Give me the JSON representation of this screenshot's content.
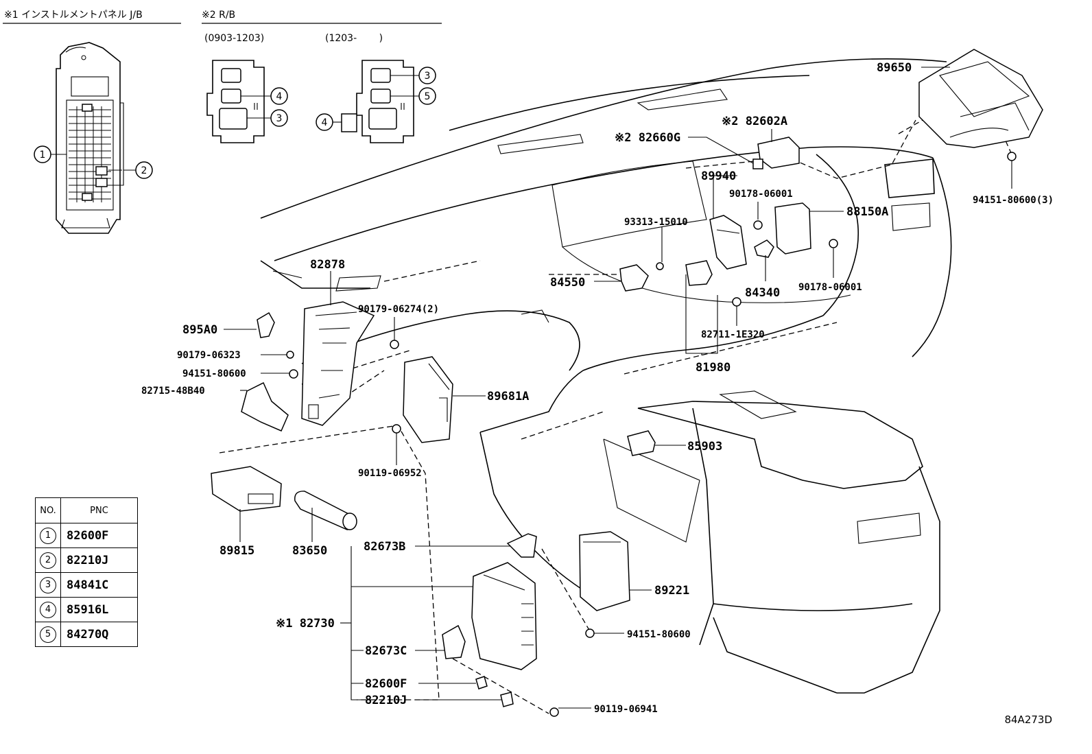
{
  "headers": {
    "h1": "※1 インストルメントパネル J/B",
    "h2": "※2 R/B",
    "sub_a": "(0903-1203)",
    "sub_b": "(1203-　　 )"
  },
  "callouts": [
    {
      "id": "1",
      "text": "1"
    },
    {
      "id": "2",
      "text": "2"
    },
    {
      "id": "3",
      "text": "3"
    },
    {
      "id": "4",
      "text": "4"
    },
    {
      "id": "5",
      "text": "5"
    }
  ],
  "labels": {
    "p89650": "89650",
    "p82602A": "※2 82602A",
    "p82660G": "※2 82660G",
    "p89940": "89940",
    "p90178a": "90178-06001",
    "p88150A": "88150A",
    "p94151_3": "94151-80600(3)",
    "p93313": "93313-15010",
    "p84550": "84550",
    "p84340": "84340",
    "p90178b": "90178-06001",
    "p82711": "82711-1E320",
    "p81980": "81980",
    "p82878": "82878",
    "p90179_2": "90179-06274(2)",
    "p895A0": "895A0",
    "p90179_6": "90179-06323",
    "p94151a": "94151-80600",
    "p82715": "82715-48B40",
    "p89681A": "89681A",
    "p90119a": "90119-06952",
    "p85903": "85903",
    "p89815": "89815",
    "p83650": "83650",
    "p82673B": "82673B",
    "p82730": "※1 82730",
    "p89221": "89221",
    "p94151b": "94151-80600",
    "p82673C": "82673C",
    "p82600F": "82600F",
    "p82210J": "82210J",
    "p90119b": "90119-06941"
  },
  "legend": {
    "col_no": "NO.",
    "col_pnc": "PNC",
    "rows": [
      {
        "no": "1",
        "pnc": "82600F"
      },
      {
        "no": "2",
        "pnc": "82210J"
      },
      {
        "no": "3",
        "pnc": "84841C"
      },
      {
        "no": "4",
        "pnc": "85916L"
      },
      {
        "no": "5",
        "pnc": "84270Q"
      }
    ]
  },
  "figure_code": "84A273D"
}
